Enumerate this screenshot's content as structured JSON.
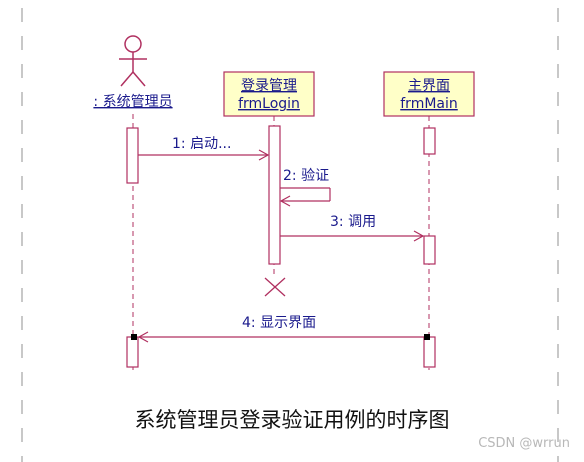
{
  "diagram": {
    "actor": {
      "label": ": 系统管理员"
    },
    "objects": [
      {
        "line1": "登录管理",
        "line2": "frmLogin"
      },
      {
        "line1": "主界面",
        "line2": "frmMain"
      }
    ],
    "messages": [
      {
        "label": "1: 启动..."
      },
      {
        "label": "2: 验证"
      },
      {
        "label": "3: 调用"
      },
      {
        "label": "4: 显示界面"
      }
    ],
    "caption": "系统管理员登录验证用例的时序图",
    "watermark": "CSDN @wrrun",
    "colors": {
      "line": "#b03060",
      "object_fill": "#ffffc8",
      "activation_fill": "#ffffff",
      "border_dash": "#c8c8c8",
      "text": "#1a1a8c"
    }
  }
}
